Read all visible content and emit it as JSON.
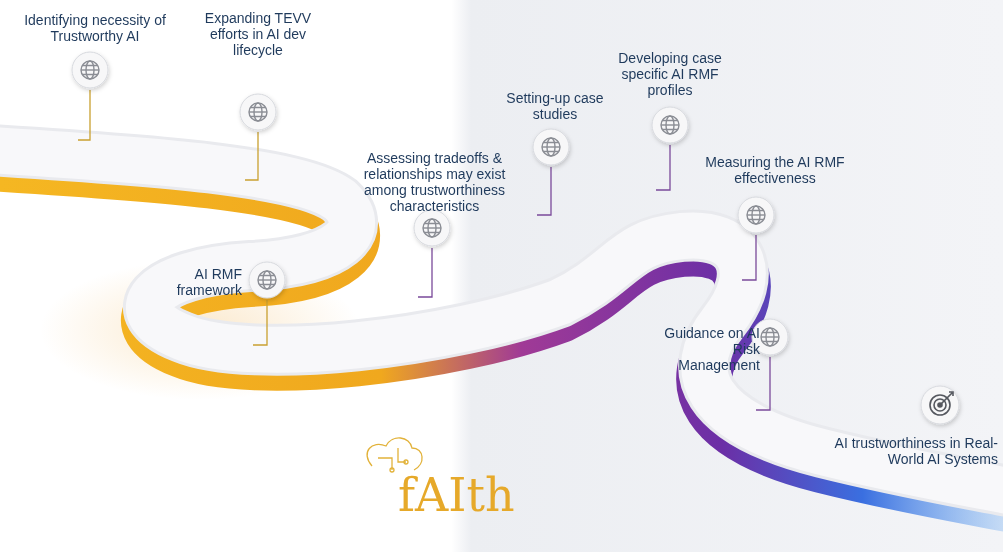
{
  "diagram": {
    "nodes": [
      {
        "text": [
          "Identifying necessity of Trustworthy AI"
        ]
      },
      {
        "text": [
          "Expanding TEVV efforts in AI dev lifecycle"
        ]
      },
      {
        "text": [
          "AI RMF framework"
        ]
      },
      {
        "text": [
          "Assessing tradeoffs & relationships may exist among trustworthiness characteristics"
        ]
      },
      {
        "text": [
          "Setting-up case studies"
        ]
      },
      {
        "text": [
          "Developing case specific AI RMF profiles"
        ]
      },
      {
        "text": [
          "Measuring the AI RMF effectiveness"
        ]
      },
      {
        "text": [
          "Guidance on AI Risk Management"
        ]
      },
      {
        "text": [
          "AI trustworthiness in Real-World AI Systems"
        ]
      }
    ],
    "edges": [],
    "labels": [
      "fAIth"
    ]
  }
}
